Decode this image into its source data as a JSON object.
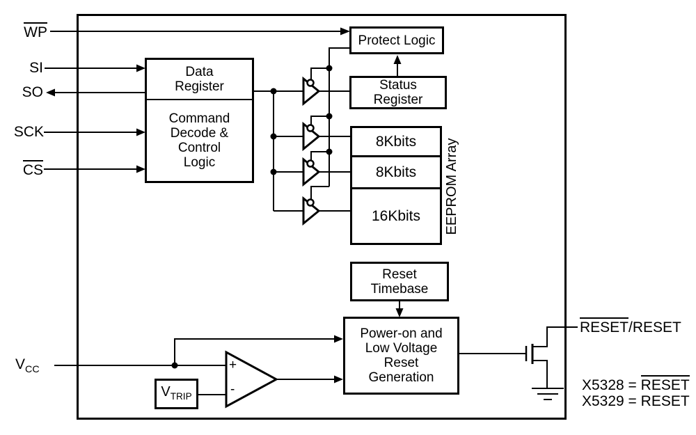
{
  "pins": {
    "wp": "WP",
    "si": "SI",
    "so": "SO",
    "sck": "SCK",
    "cs": "CS",
    "vcc": "V",
    "vcc_sub": "CC"
  },
  "blocks": {
    "protect_logic": "Protect Logic",
    "data_register": [
      "Data",
      "Register"
    ],
    "command_decode": [
      "Command",
      "Decode &",
      "Control",
      "Logic"
    ],
    "status_register": [
      "Status",
      "Register"
    ],
    "eeprom": {
      "banks": [
        "8Kbits",
        "8Kbits",
        "16Kbits"
      ],
      "side_label": "EEPROM Array"
    },
    "reset_timebase": [
      "Reset",
      "Timebase"
    ],
    "power_on": [
      "Power-on and",
      "Low Voltage",
      "Reset",
      "Generation"
    ],
    "vtrip": "V",
    "vtrip_sub": "TRIP",
    "comparator": {
      "plus": "+",
      "minus": "-"
    }
  },
  "outputs": {
    "reset_pin_overlined": "RESET",
    "reset_pin_rest": "/RESET",
    "note1_prefix": "X5328 = ",
    "note1_value": "RESET",
    "note2": "X5329 = RESET"
  },
  "colors": {
    "line": "#000000",
    "background": "#ffffff"
  }
}
